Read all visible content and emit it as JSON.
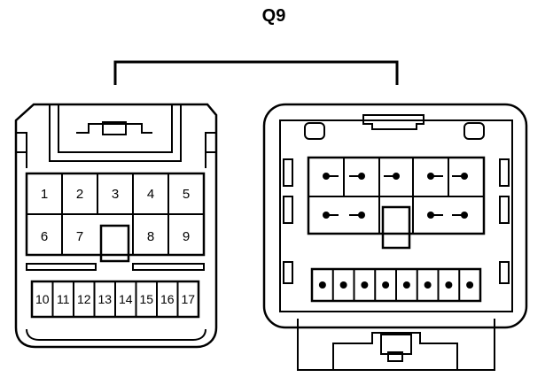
{
  "title": "Q9",
  "left_connector": {
    "upper_pins": [
      "1",
      "2",
      "3",
      "4",
      "5",
      "6",
      "7",
      "8",
      "9"
    ],
    "lower_pins": [
      "10",
      "11",
      "12",
      "13",
      "14",
      "15",
      "16",
      "17"
    ]
  },
  "colors": {
    "line": "#000000",
    "background": "#ffffff"
  }
}
